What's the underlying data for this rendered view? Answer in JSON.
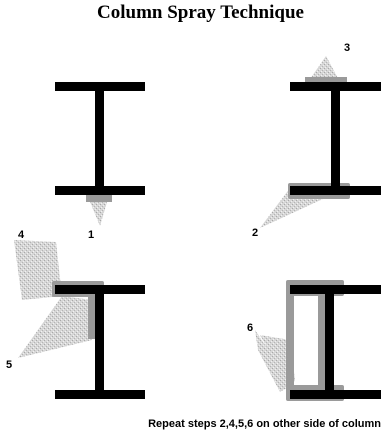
{
  "title": "Column Spray Technique",
  "caption": "Repeat steps 2,4,5,6 on other side of column",
  "steps": [
    "1",
    "2",
    "3",
    "4",
    "5",
    "6"
  ],
  "colors": {
    "beam": "#000000",
    "spray": "#c4c4c4",
    "coating": "#9a9a9a"
  }
}
